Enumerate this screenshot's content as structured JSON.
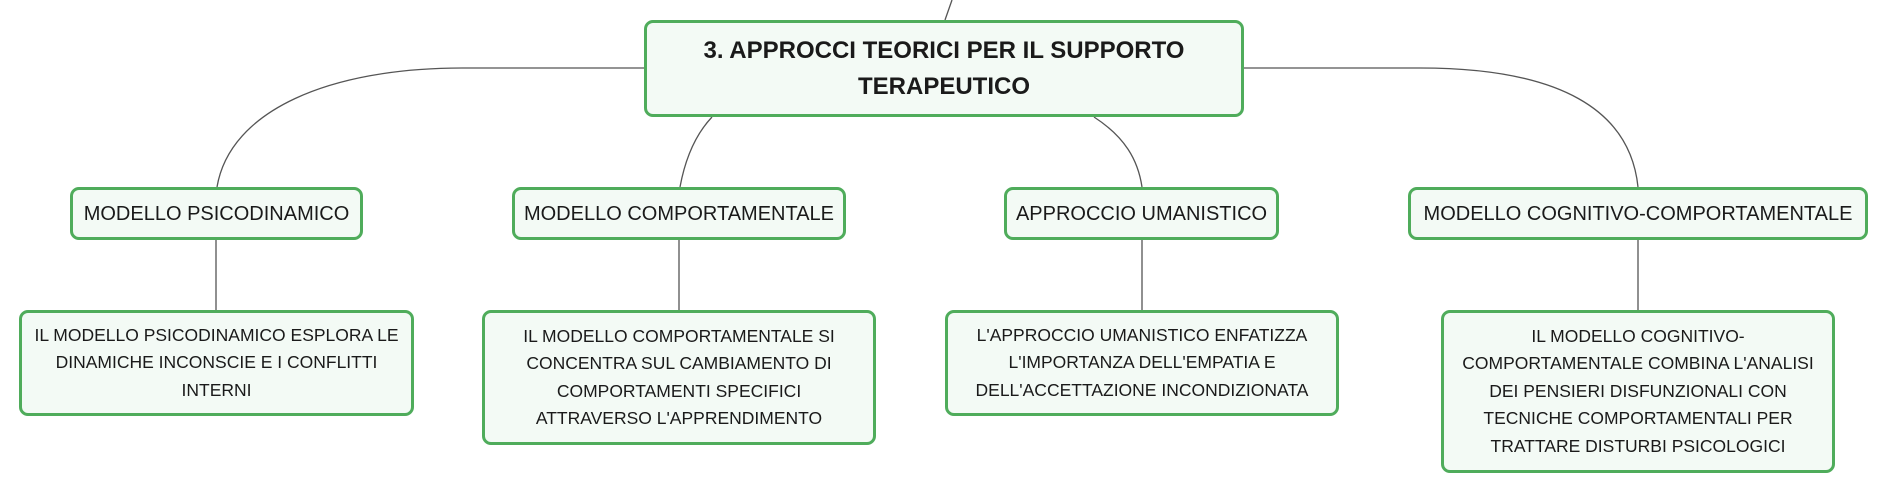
{
  "mindmap": {
    "root": {
      "label": "3. APPROCCI TEORICI PER IL SUPPORTO TERAPEUTICO"
    },
    "branches": [
      {
        "label": "MODELLO PSICODINAMICO",
        "detail": "IL MODELLO PSICODINAMICO ESPLORA LE DINAMICHE INCONSCIE E I CONFLITTI INTERNI"
      },
      {
        "label": "MODELLO COMPORTAMENTALE",
        "detail": "IL MODELLO COMPORTAMENTALE SI CONCENTRA SUL CAMBIAMENTO DI COMPORTAMENTI SPECIFICI ATTRAVERSO L'APPRENDIMENTO"
      },
      {
        "label": "APPROCCIO UMANISTICO",
        "detail": "L'APPROCCIO UMANISTICO ENFATIZZA L'IMPORTANZA DELL'EMPATIA E DELL'ACCETTAZIONE INCONDIZIONATA"
      },
      {
        "label": "MODELLO COGNITIVO-COMPORTAMENTALE",
        "detail": "IL MODELLO COGNITIVO-COMPORTAMENTALE COMBINA L'ANALISI DEI PENSIERI DISFUNZIONALI CON TECNICHE COMPORTAMENTALI PER TRATTARE DISTURBI PSICOLOGICI"
      }
    ]
  },
  "colors": {
    "node_border": "#4fac5b",
    "node_fill": "#f3faf5",
    "connector": "#555555",
    "text": "#1a1a1a"
  }
}
